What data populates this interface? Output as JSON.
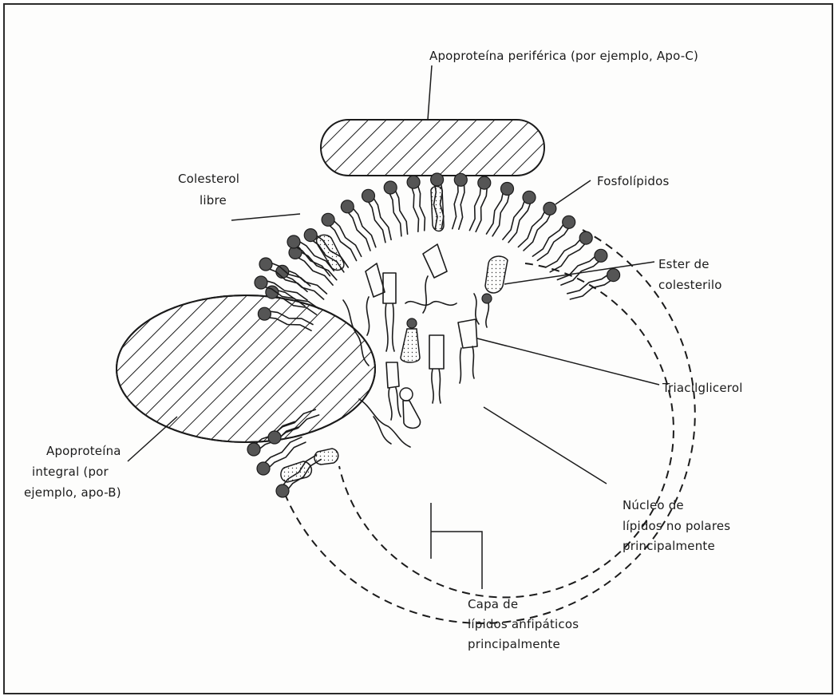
{
  "labels": {
    "apo_periferica": "Apoproteína periférica (por ejemplo, Apo-C)",
    "colesterol_libre": [
      "Colesterol",
      "libre"
    ],
    "fosfolipidos": "Fosfolípidos",
    "ester_colesterilo": [
      "Ester de",
      "colesterilo"
    ],
    "triacilglicerol": "Triacilglicerol",
    "apo_integral": [
      "Apoproteína",
      "integral (por",
      "ejemplo, apo-B)"
    ],
    "nucleo": [
      "Núcleo de",
      "lípidos no polares",
      "principalmente"
    ],
    "capa": [
      "Capa de",
      "lípidos anfipáticos",
      "principalmente"
    ]
  },
  "colors": {
    "ink": "#1b1b1b",
    "headgroup": "#555555",
    "background": "#fdfdfc"
  }
}
